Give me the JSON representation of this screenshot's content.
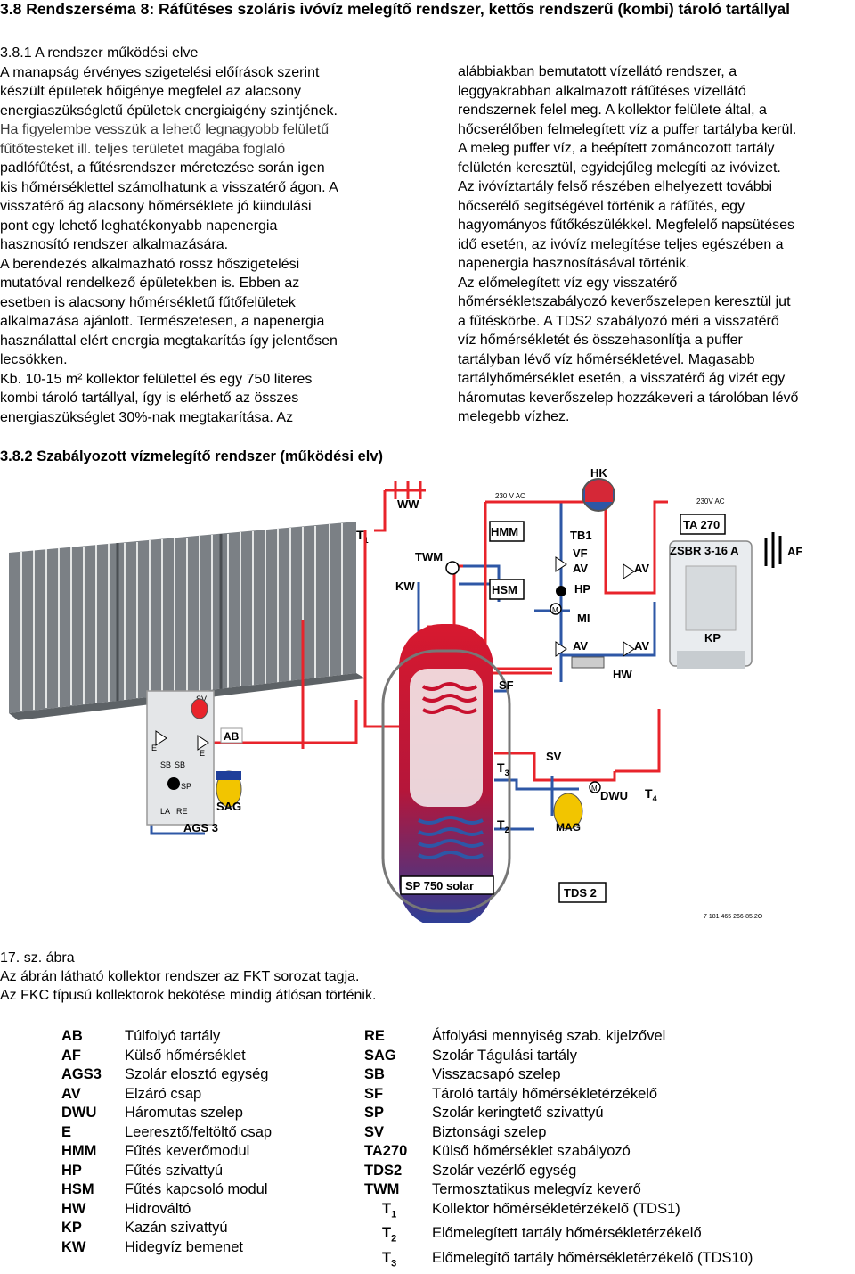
{
  "section_title": "3.8 Rendszerséma 8: Ráfűtéses szoláris ivóvíz melegítő rendszer, kettős rendszerű (kombi) tároló tartállyal",
  "left_column": [
    "3.8.1 A rendszer működési elve",
    "A manapság érvényes szigetelési előírások szerint",
    "készült épületek hőigénye megfelel az alacsony",
    "energiaszükségletű épületek energiaigény szintjének.",
    "Ha figyelembe vesszük a lehető legnagyobb felületű",
    "fűtőtesteket ill. teljes területet magába foglaló",
    "padlófűtést, a fűtésrendszer méretezése során igen",
    "kis hőmérséklettel számolhatunk a visszatérő ágon. A",
    "visszatérő ág alacsony hőmérséklete jó kiindulási",
    "pont egy lehető leghatékonyabb napenergia",
    "hasznosító rendszer alkalmazására.",
    "A berendezés alkalmazható rossz hőszigetelési",
    "mutatóval rendelkező épületekben is. Ebben az",
    "esetben is alacsony hőmérsékletű fűtőfelületek",
    "alkalmazása ajánlott. Természetesen, a napenergia",
    "használattal elért energia megtakarítás így jelentősen",
    "lecsökken.",
    "Kb. 10-15 m² kollektor felülettel és egy 750 literes",
    "kombi tároló tartállyal, így is elérhető az összes",
    "energiaszükséglet 30%-nak megtakarítása. Az"
  ],
  "right_column": [
    "alábbiakban bemutatott vízellátó rendszer, a",
    "leggyakrabban alkalmazott ráfűtéses vízellátó",
    "rendszernek felel meg. A kollektor felülete által, a",
    "hőcserélőben felmelegített víz a puffer tartályba kerül.",
    "A meleg puffer víz, a beépített zománcozott tartály",
    "felületén keresztül, egyidejűleg melegíti az ivóvizet.",
    "Az ivóvíztartály felső részében elhelyezett további",
    "hőcserélő segítségével történik a ráfűtés, egy",
    "hagyományos fűtőkészülékkel. Megfelelő napsütéses",
    "idő esetén, az ivóvíz melegítése teljes egészében a",
    "napenergia hasznosításával történik.",
    "Az előmelegített víz egy visszatérő",
    "hőmérsékletszabályozó keverőszelepen keresztül jut",
    "a fűtéskörbe. A TDS2 szabályozó méri a visszatérő",
    "víz hőmérsékletét és összehasonlítja a puffer",
    "tartályban lévő víz hőmérsékletével. Magasabb",
    "tartályhőmérséklet esetén, a visszatérő ág vizét egy",
    "háromutas keverőszelep hozzákeveri a tárolóban lévő",
    "melegebb vízhez."
  ],
  "subsection_title": "3.8.2 Szabályozott vízmelegítő rendszer (működési elv)",
  "diagram": {
    "labels": {
      "HK": "HK",
      "WW": "WW",
      "T1": "T",
      "T1sub": "1",
      "TWM": "TWM",
      "KW": "KW",
      "HMM": "HMM",
      "HSM": "HSM",
      "v230a": "230 V AC",
      "v230b": "230V AC",
      "TB1": "TB1",
      "VF": "VF",
      "HP": "HP",
      "MI": "MI",
      "AV1": "AV",
      "AV2": "AV",
      "AV3": "AV",
      "AV4": "AV",
      "TA270": "TA 270",
      "ZSBR": "ZSBR 3-16 A",
      "AF": "AF",
      "KP": "KP",
      "HW": "HW",
      "SF": "SF",
      "SV1": "SV",
      "SV2": "SV",
      "T3": "T",
      "T3sub": "3",
      "T4": "T",
      "T4sub": "4",
      "DWU": "DWU",
      "MAG": "MAG",
      "T2": "T",
      "T2sub": "2",
      "SP750": "SP 750 solar",
      "TDS2": "TDS 2",
      "AB": "AB",
      "SAG": "SAG",
      "AGS3": "AGS 3",
      "SB1": "SB",
      "SB2": "SB",
      "SPp": "SP",
      "LA": "LA",
      "RE": "RE",
      "E1": "E",
      "E2": "E",
      "M1": "M",
      "M2": "M",
      "code": "7 181 465 266-85.2O"
    },
    "colors": {
      "hot": "#e8242b",
      "cold": "#2e57a6",
      "tank_body": "#c8102e",
      "tank_blue": "#1f3f9a",
      "yellow": "#f2c500"
    }
  },
  "caption": [
    "17. sz. ábra",
    "Az ábrán látható kollektor rendszer az FKT sorozat tagja.",
    "Az FKC típusú kollektorok bekötése mindig átlósan történik."
  ],
  "legend_left": [
    {
      "code": "AB",
      "desc": "Túlfolyó tartály"
    },
    {
      "code": "AF",
      "desc": "Külső hőmérséklet"
    },
    {
      "code": "AGS3",
      "desc": "Szolár elosztó egység"
    },
    {
      "code": "AV",
      "desc": "Elzáró csap"
    },
    {
      "code": "DWU",
      "desc": "Háromutas szelep"
    },
    {
      "code": "E",
      "desc": "Leeresztő/feltöltő csap"
    },
    {
      "code": "HMM",
      "desc": "Fűtés keverőmodul"
    },
    {
      "code": "HP",
      "desc": "Fűtés szivattyú"
    },
    {
      "code": "HSM",
      "desc": "Fűtés kapcsoló modul"
    },
    {
      "code": "HW",
      "desc": "Hidrováltó"
    },
    {
      "code": "KP",
      "desc": "Kazán szivattyú"
    },
    {
      "code": "KW",
      "desc": "Hidegvíz bemenet"
    }
  ],
  "legend_right": [
    {
      "code": "RE",
      "sub": "",
      "desc": "Átfolyási mennyiség szab. kijelzővel"
    },
    {
      "code": "SAG",
      "sub": "",
      "desc": "Szolár Tágulási tartály"
    },
    {
      "code": "SB",
      "sub": "",
      "desc": "Visszacsapó szelep"
    },
    {
      "code": "SF",
      "sub": "",
      "desc": "Tároló tartály hőmérsékletérzékelő"
    },
    {
      "code": "SP",
      "sub": "",
      "desc": "Szolár keringtető szivattyú"
    },
    {
      "code": "SV",
      "sub": "",
      "desc": "Biztonsági szelep"
    },
    {
      "code": "TA270",
      "sub": "",
      "desc": "Külső hőmérséklet szabályozó"
    },
    {
      "code": "TDS2",
      "sub": "",
      "desc": "Szolár vezérlő egység"
    },
    {
      "code": "TWM",
      "sub": "",
      "desc": "Termosztatikus melegvíz keverő"
    },
    {
      "code": "T",
      "sub": "1",
      "desc": "Kollektor hőmérsékletérzékelő (TDS1)"
    },
    {
      "code": "T",
      "sub": "2",
      "desc": "Előmelegített tartály hőmérsékletérzékelő"
    },
    {
      "code": "T",
      "sub": "3",
      "desc": "Előmelegítő tartály hőmérsékletérzékelő (TDS10)"
    }
  ]
}
